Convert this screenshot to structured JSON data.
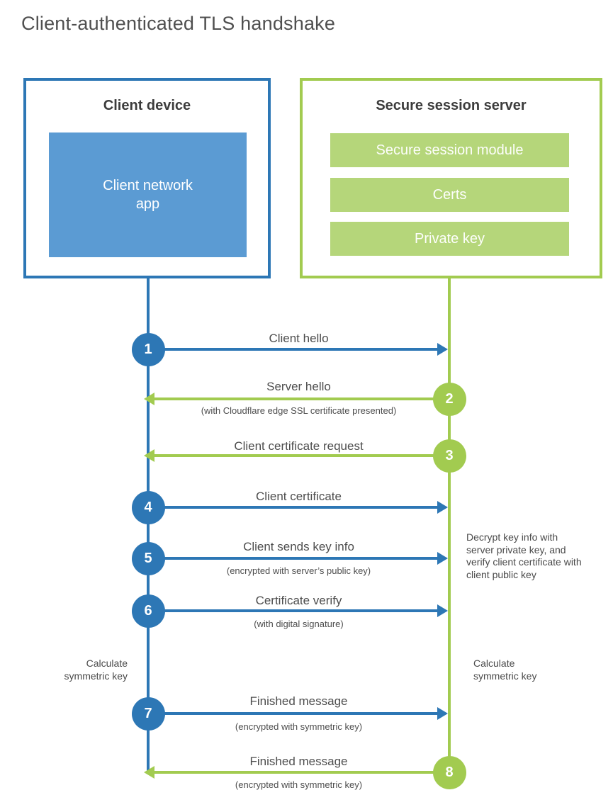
{
  "title": "Client-authenticated TLS handshake",
  "client_box": {
    "title": "Client device",
    "inner_label": "Client network app"
  },
  "server_box": {
    "title": "Secure session server",
    "modules": [
      "Secure session module",
      "Certs",
      "Private key"
    ]
  },
  "colors": {
    "blue": "#2d77b5",
    "blue_fill": "#5b9bd3",
    "green": "#a2cb50",
    "green_fill": "#b5d67a",
    "label_text": "#4d4d4d"
  },
  "steps": [
    {
      "number": "1",
      "label": "Client hello",
      "sublabel": "",
      "direction": "right",
      "color": "blue"
    },
    {
      "number": "2",
      "label": "Server hello",
      "sublabel": "(with Cloudflare edge SSL certificate presented)",
      "direction": "left",
      "color": "green"
    },
    {
      "number": "3",
      "label": "Client certificate request",
      "sublabel": "",
      "direction": "left",
      "color": "green"
    },
    {
      "number": "4",
      "label": "Client certificate",
      "sublabel": "",
      "direction": "right",
      "color": "blue"
    },
    {
      "number": "5",
      "label": "Client sends key info",
      "sublabel": "(encrypted with server’s public key)",
      "direction": "right",
      "color": "blue"
    },
    {
      "number": "6",
      "label": "Certificate verify",
      "sublabel": "(with digital signature)",
      "direction": "right",
      "color": "blue"
    },
    {
      "number": "7",
      "label": "Finished message",
      "sublabel": "(encrypted with symmetric key)",
      "direction": "right",
      "color": "blue"
    },
    {
      "number": "8",
      "label": "Finished message",
      "sublabel": "(encrypted with symmetric key)",
      "direction": "left",
      "color": "green"
    }
  ],
  "annotations": {
    "decrypt_note": "Decrypt key info with server private key, and verify client certificate with client public key",
    "calc_left": "Calculate symmetric key",
    "calc_right": "Calculate symmetric key"
  }
}
